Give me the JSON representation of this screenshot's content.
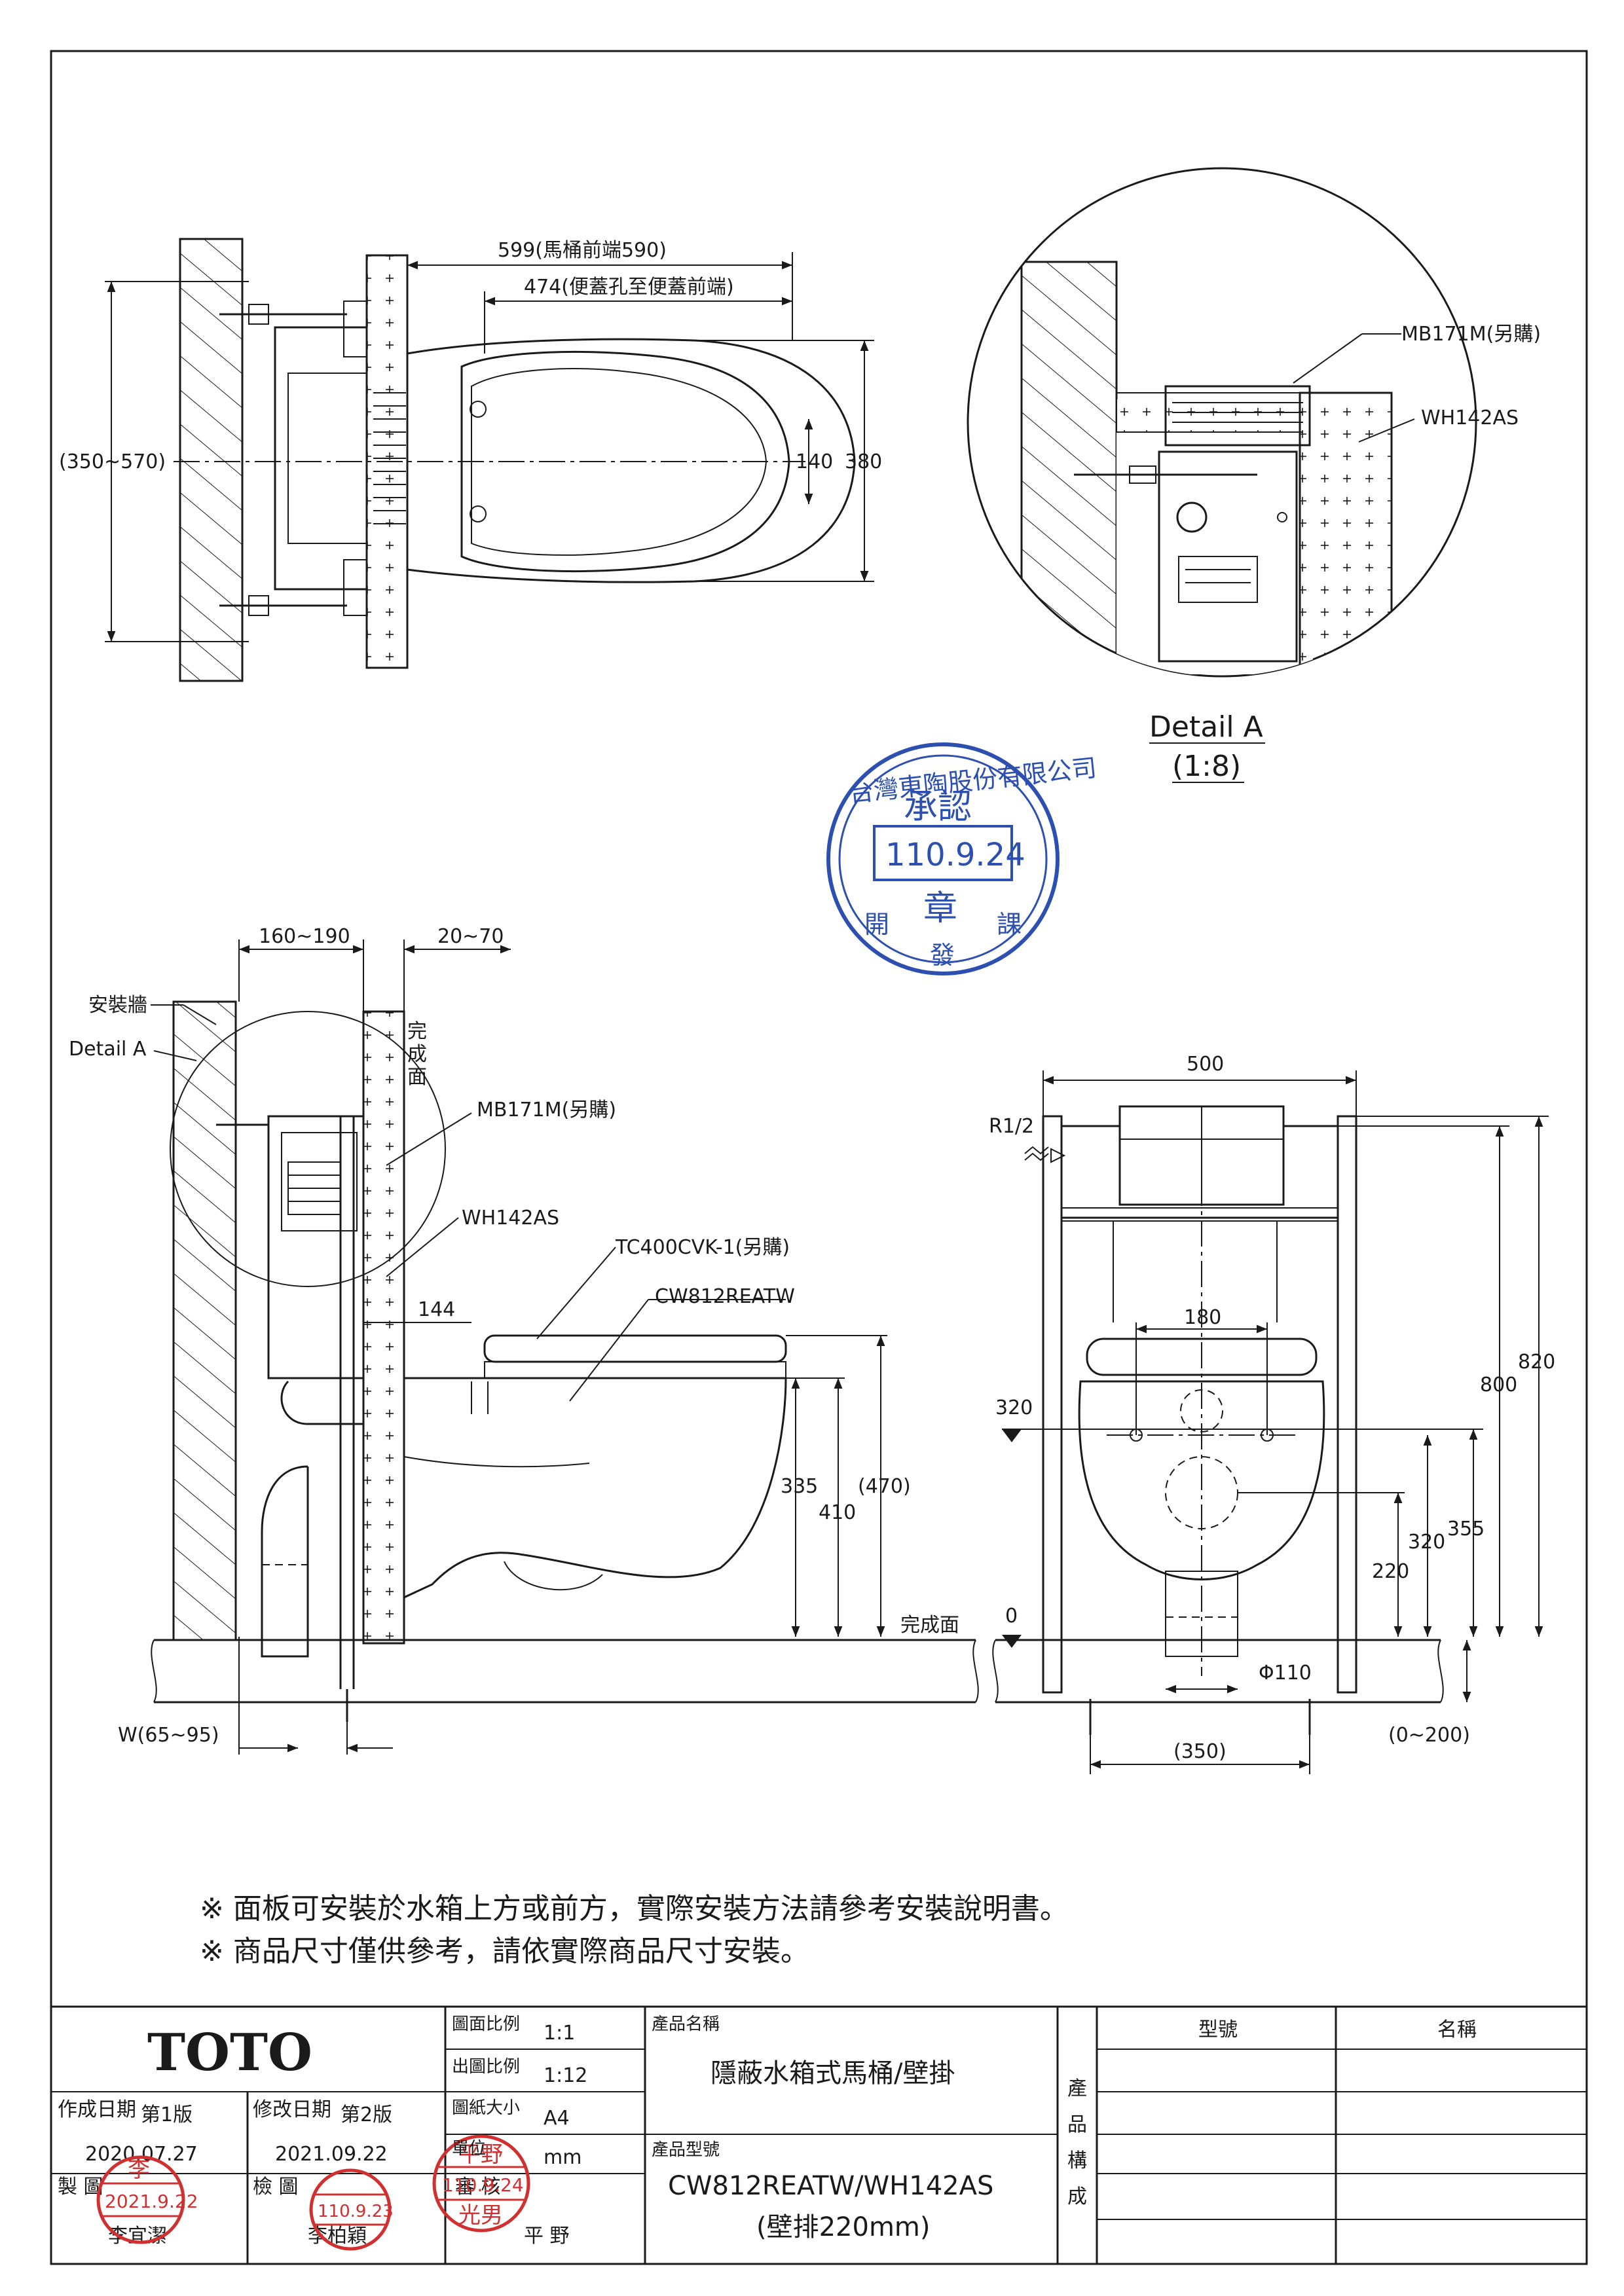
{
  "top_view": {
    "dim_total": "599(馬桶前端590)",
    "dim_seat": "474(便蓋孔至便蓋前端)",
    "dim_height_range": "(350~570)",
    "dim_140": "140",
    "dim_380": "380"
  },
  "detail_a": {
    "label_mb171m": "MB171M(另購)",
    "label_wh142as": "WH142AS",
    "title": "Detail A",
    "scale": "(1:8)"
  },
  "stamp": {
    "company": "台灣東陶股份有限公司",
    "approved": "承認",
    "date": "110.9.24",
    "seal": "章",
    "dept_left": "開",
    "dept_mid": "發",
    "dept_right": "課"
  },
  "side_view": {
    "dim_160_190": "160~190",
    "dim_20_70": "20~70",
    "label_wall": "安裝牆",
    "label_detail_a": "Detail A",
    "label_finish_face_chars": [
      "完",
      "成",
      "面"
    ],
    "label_mb171m": "MB171M(另購)",
    "label_wh142as": "WH142AS",
    "label_tc400": "TC400CVK-1(另購)",
    "label_cw812": "CW812REATW",
    "dim_144": "144",
    "dim_335": "335",
    "dim_410": "410",
    "dim_470": "(470)",
    "label_finish_floor": "完成面",
    "dim_w": "W(65~95)"
  },
  "front_view": {
    "dim_500": "500",
    "label_r12": "R1/2",
    "dim_180": "180",
    "dim_320_left": "320",
    "dim_0": "0",
    "dim_800": "800",
    "dim_820": "820",
    "dim_320_right": "320",
    "dim_355": "355",
    "dim_220": "220",
    "dim_phi110": "Φ110",
    "dim_350": "(350)",
    "dim_0_200": "(0~200)"
  },
  "notes": [
    "※ 面板可安裝於水箱上方或前方，實際安裝方法請參考安裝說明書。",
    "※ 商品尺寸僅供參考，請依實際商品尺寸安裝。"
  ],
  "title_block": {
    "brand": "TOTO",
    "created_label": "作成日期",
    "created_version": "第1版",
    "created_date": "2020.07.27",
    "revised_label": "修改日期",
    "revised_version": "第2版",
    "revised_date": "2021.09.22",
    "drawn_label": "製 圖",
    "drawn_name": "李宜潔",
    "drawn_stamp_date": "2021.9.22",
    "drawn_stamp_char": "李",
    "checked_label": "檢 圖",
    "checked_name": "李柏穎",
    "checked_stamp_date": "110.9.23",
    "approved_label": "審 核",
    "approved_name": "平 野",
    "approved_stamp_top": "平野",
    "approved_stamp_date": "110.9.24",
    "approved_stamp_bottom": "光男",
    "scale_label": "圖面比例",
    "scale_value": "1:1",
    "print_scale_label": "出圖比例",
    "print_scale_value": "1:12",
    "paper_label": "圖紙大小",
    "paper_value": "A4",
    "unit_label": "單位",
    "unit_value": "mm",
    "product_name_label": "產品名稱",
    "product_name": "隱蔽水箱式馬桶/壁掛",
    "product_model_label": "產品型號",
    "product_model": "CW812REATW/WH142AS",
    "product_model_sub": "(壁排220mm)",
    "composition_chars": [
      "產",
      "品",
      "構",
      "成"
    ],
    "col_model": "型號",
    "col_name": "名稱"
  }
}
